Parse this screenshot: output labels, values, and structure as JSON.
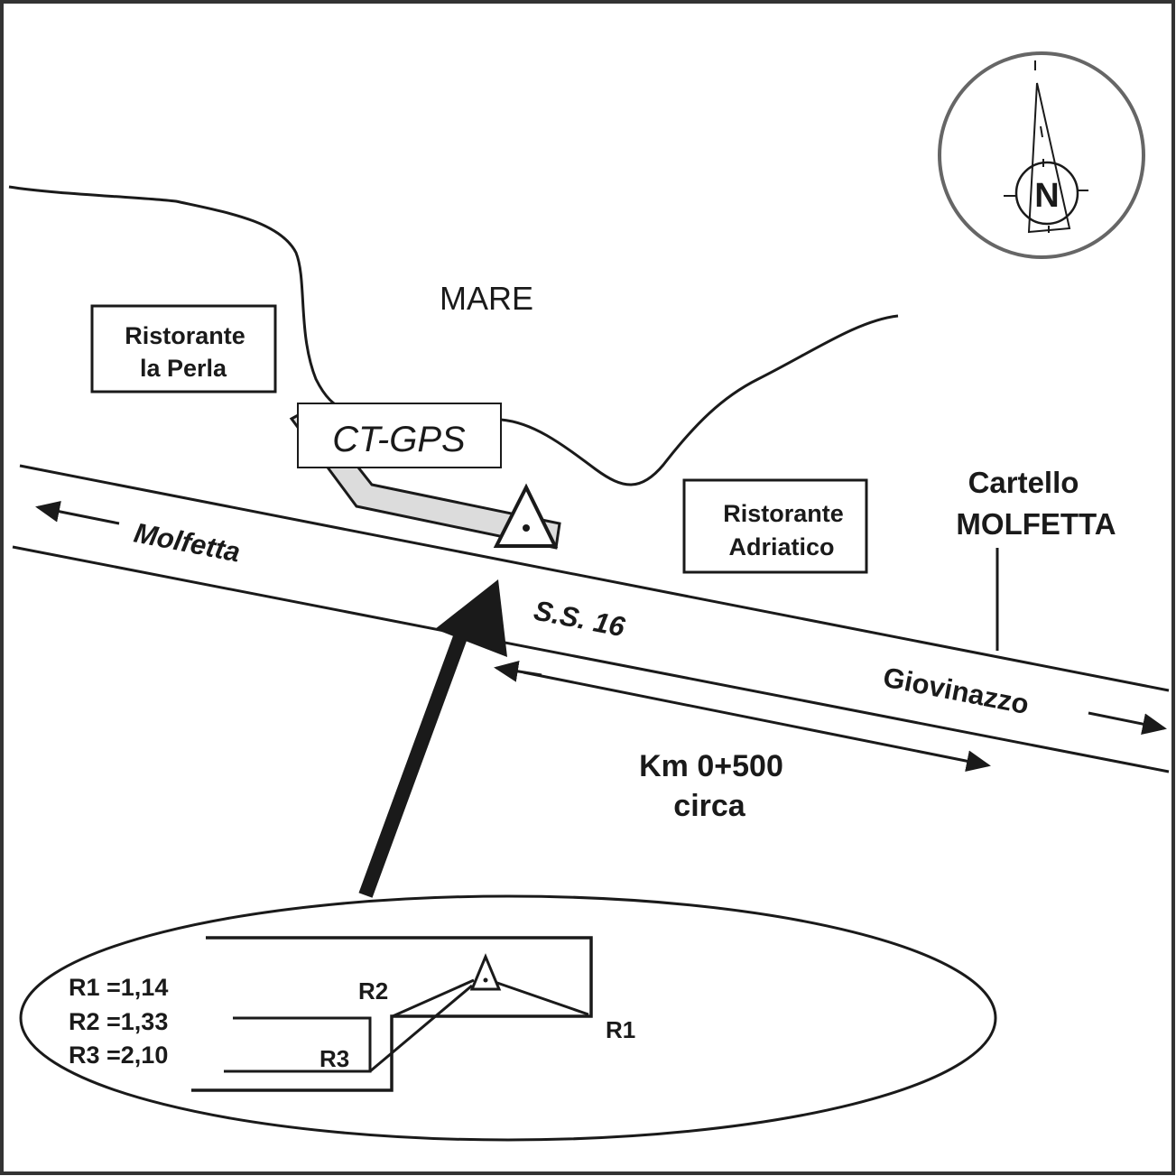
{
  "map": {
    "sea_label": "MARE",
    "station_label": "CT-GPS",
    "restaurant_west": {
      "line1": "Ristorante",
      "line2": "la Perla"
    },
    "restaurant_east": {
      "line1": "Ristorante",
      "line2": "Adriatico"
    },
    "sign": {
      "line1": "Cartello",
      "line2": "MOLFETTA"
    },
    "road_name": "S.S. 16",
    "direction_west": "Molfetta",
    "direction_east": "Giovinazzo",
    "distance": {
      "line1": "Km 0+500",
      "line2": "circa"
    },
    "compass_label": "N",
    "colors": {
      "ink": "#1a1a1a",
      "frame": "#333333",
      "compass_ring": "#666666",
      "path_fill": "#dcdcdc"
    }
  },
  "inset": {
    "labels": {
      "r1": "R1",
      "r2": "R2",
      "r3": "R3"
    },
    "references": [
      {
        "name": "R1",
        "value": "1,14",
        "text": "R1 =1,14"
      },
      {
        "name": "R2",
        "value": "1,33",
        "text": "R2 =1,33"
      },
      {
        "name": "R3",
        "value": "2,10",
        "text": "R3 =2,10"
      }
    ]
  }
}
